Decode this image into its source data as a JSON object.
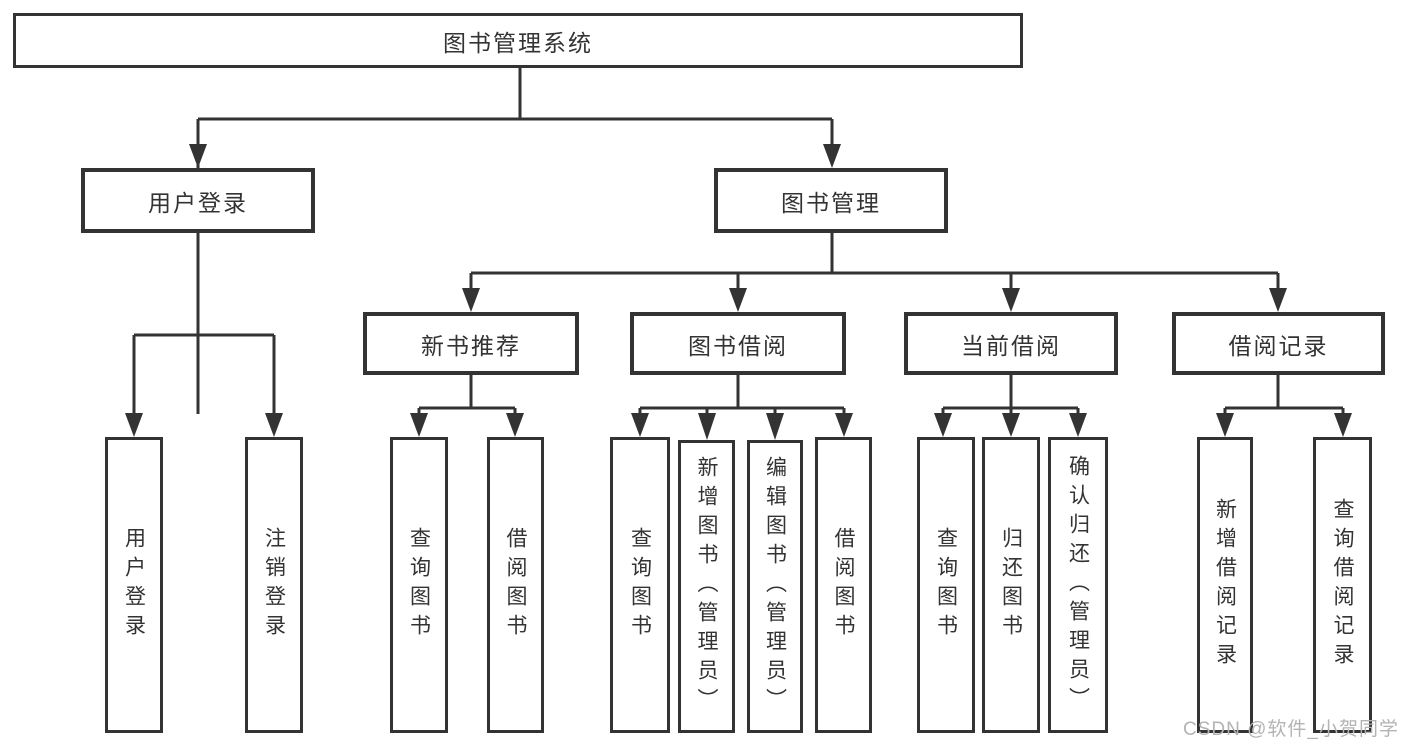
{
  "diagram": {
    "title": "图书管理系统",
    "root": {
      "label": "图书管理系统"
    },
    "level2": [
      {
        "label": "用户登录"
      },
      {
        "label": "图书管理"
      }
    ],
    "level3": [
      {
        "label": "新书推荐"
      },
      {
        "label": "图书借阅"
      },
      {
        "label": "当前借阅"
      },
      {
        "label": "借阅记录"
      }
    ],
    "children": {
      "user_login": [
        "用户登录",
        "注销登录"
      ],
      "new_book": [
        "查询图书",
        "借阅图书"
      ],
      "book_borrow": [
        "查询图书",
        "新增图书（管理员）",
        "编辑图书（管理员）",
        "借阅图书"
      ],
      "current_borrow": [
        "查询图书",
        "归还图书",
        "确认归还（管理员）"
      ],
      "borrow_record": [
        "新增借阅记录",
        "查询借阅记录"
      ]
    },
    "colors": {
      "line": "#333333",
      "box_border": "#333333",
      "text": "#333333",
      "background": "#ffffff",
      "watermark": "#b3b3b3"
    }
  },
  "watermark": {
    "text": "CSDN @软件_小贺同学"
  }
}
